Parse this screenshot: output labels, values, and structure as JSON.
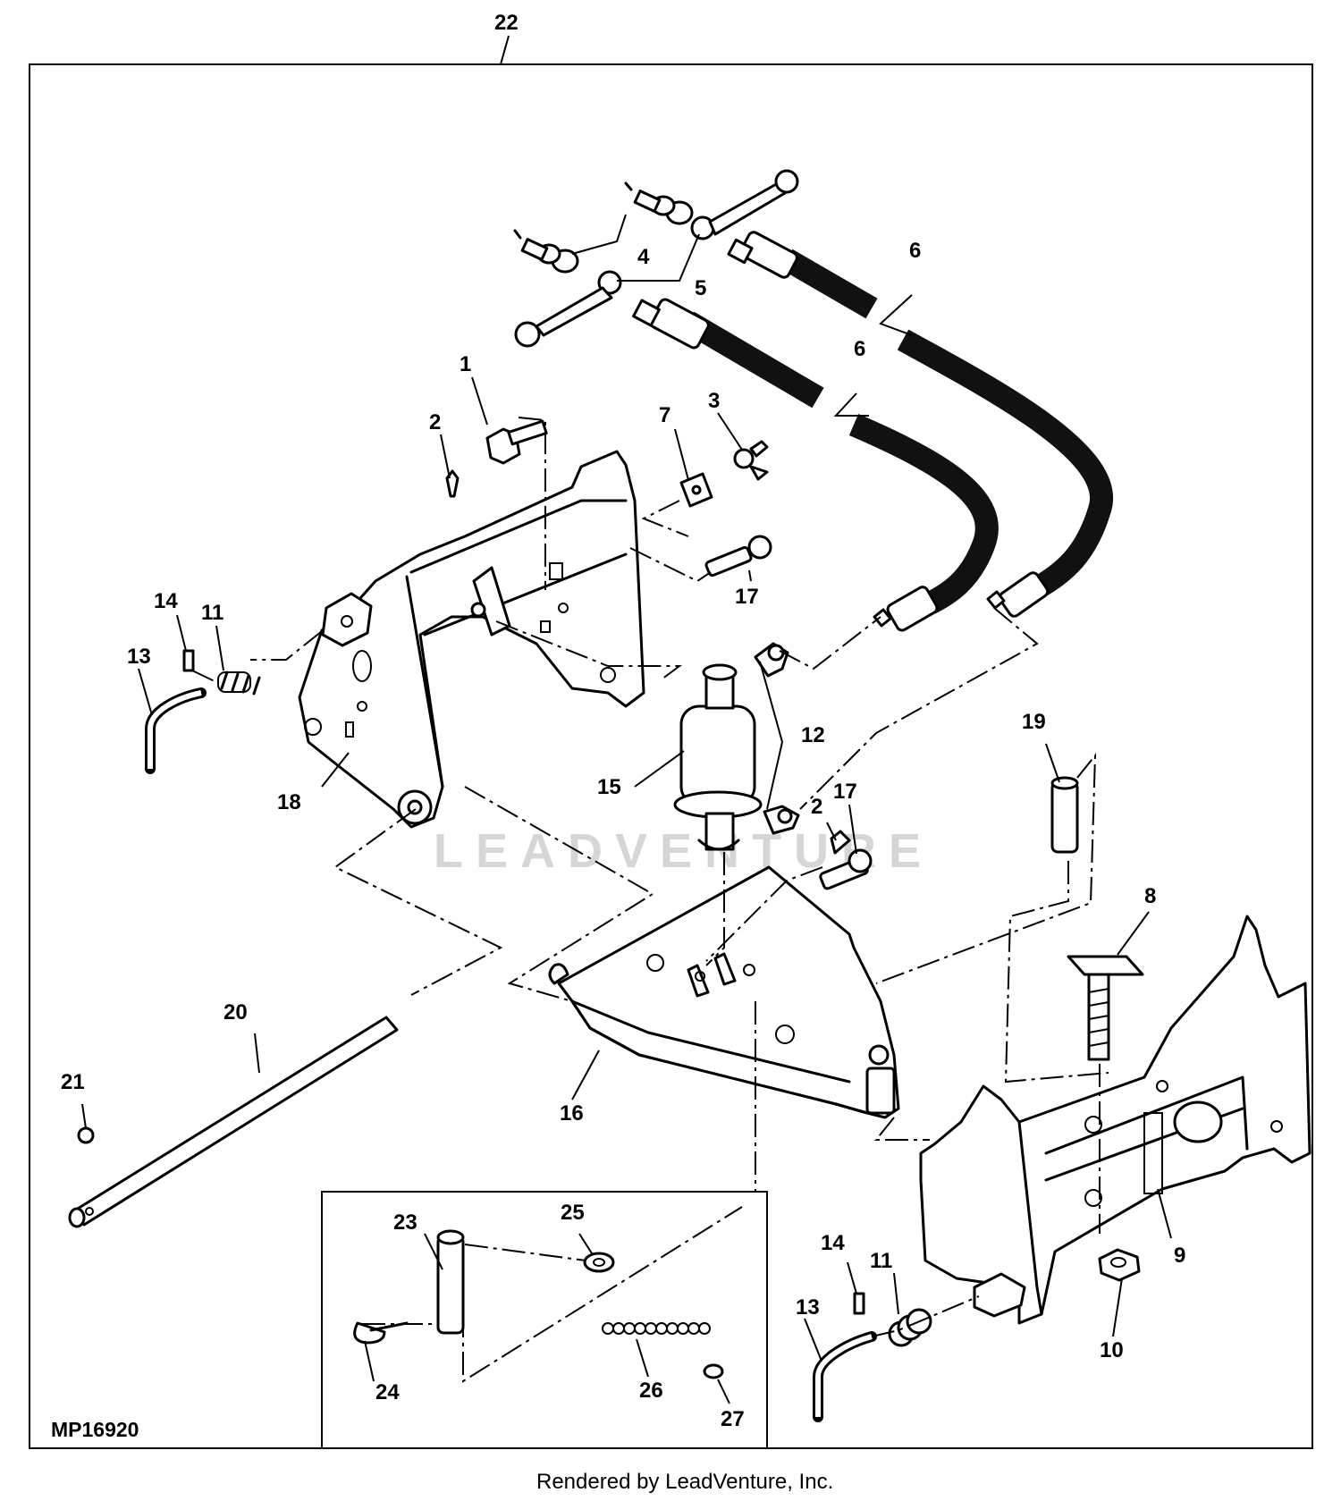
{
  "diagram": {
    "figure_id": "MP16920",
    "footer": "Rendered by LeadVenture, Inc.",
    "watermark": "LEADVENTURE",
    "callouts": [
      "22",
      "4",
      "5",
      "6",
      "6",
      "1",
      "2",
      "7",
      "3",
      "17",
      "14",
      "11",
      "13",
      "18",
      "12",
      "15",
      "19",
      "17",
      "2",
      "8",
      "16",
      "20",
      "21",
      "9",
      "10",
      "14",
      "11",
      "13",
      "23",
      "25",
      "24",
      "26",
      "27"
    ]
  }
}
